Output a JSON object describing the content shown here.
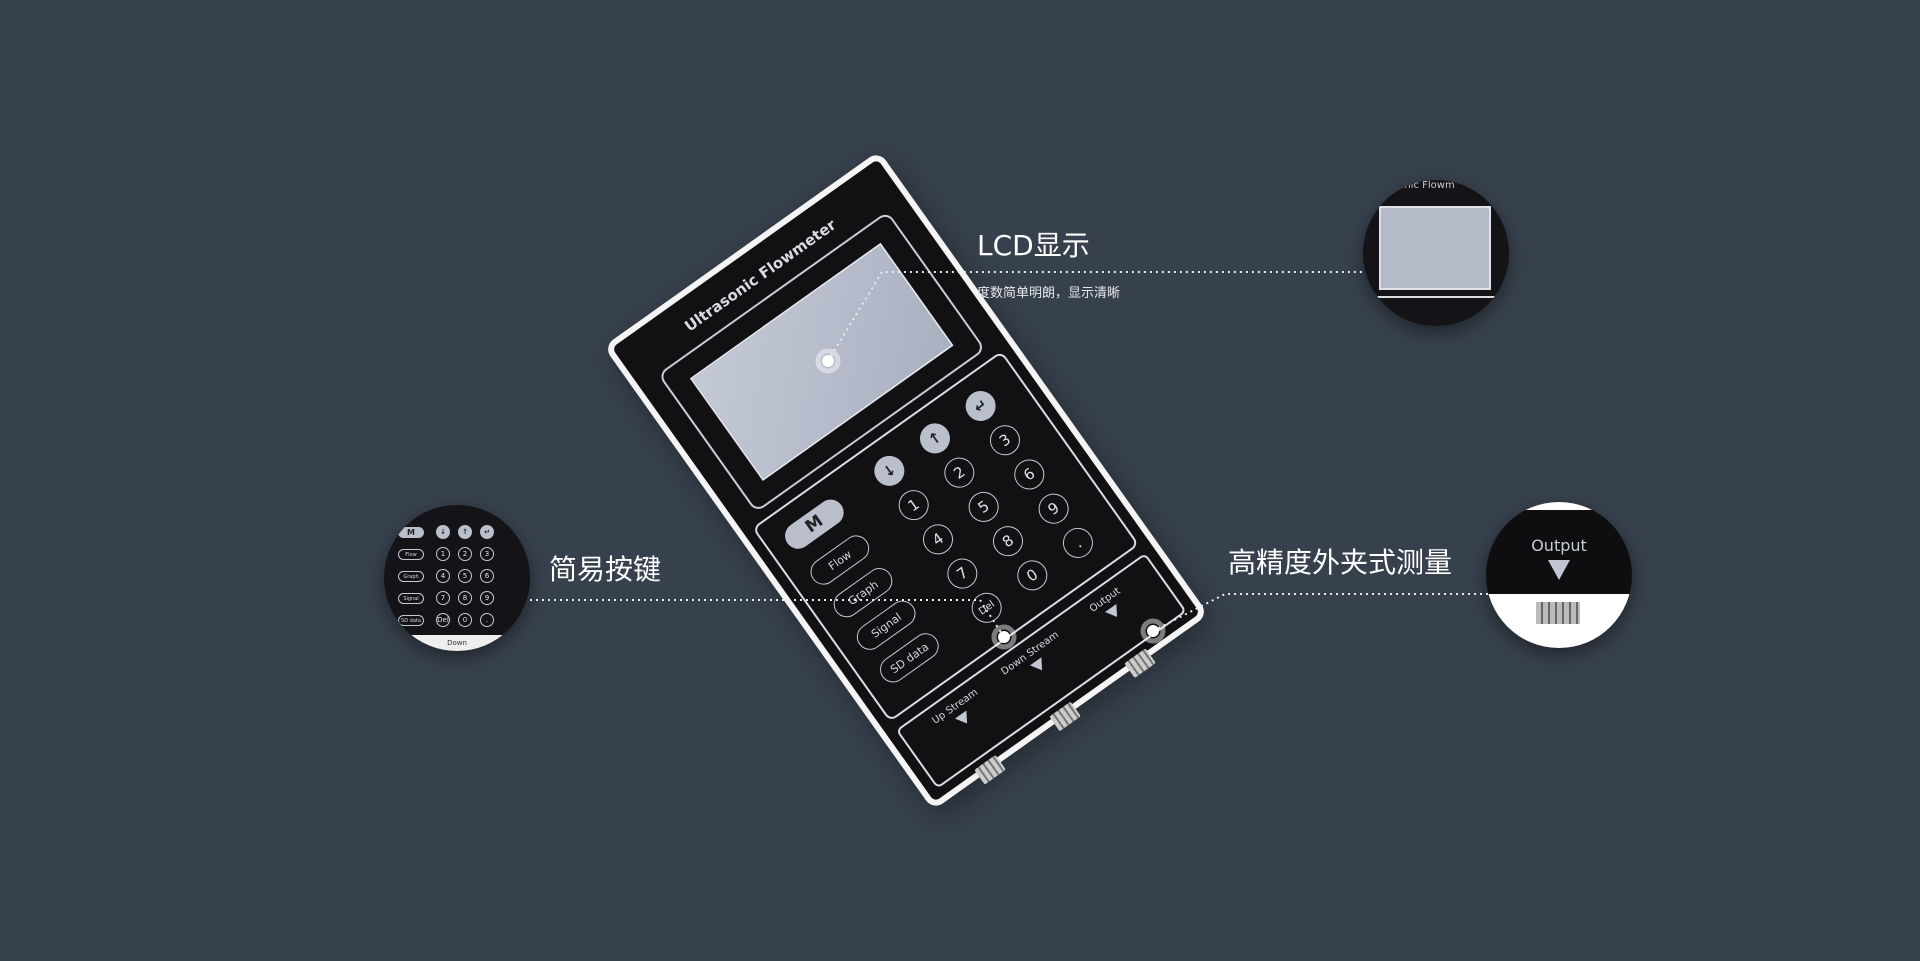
{
  "device": {
    "title": "Ultrasonic Flowmeter",
    "function_keys": [
      "M",
      "Flow",
      "Graph",
      "Signal",
      "SD data"
    ],
    "keys": [
      [
        "↓",
        "↑",
        "↵"
      ],
      [
        "1",
        "2",
        "3"
      ],
      [
        "4",
        "5",
        "6"
      ],
      [
        "7",
        "8",
        "9"
      ],
      [
        "Del",
        "0",
        "."
      ]
    ],
    "ports": [
      {
        "label": "Up Stream"
      },
      {
        "label": "Down Stream"
      },
      {
        "label": "Output"
      }
    ]
  },
  "callouts": {
    "lcd": {
      "title": "LCD显示",
      "subtitle": "度数简单明朗，显示清晰",
      "zoom_caption": "sonic Flowm"
    },
    "keys": {
      "title": "简易按键",
      "zoom_caption": "Down"
    },
    "output": {
      "title": "高精度外夹式测量",
      "zoom_caption": "Output"
    }
  },
  "colors": {
    "background": "#37414d",
    "lcd": "#b4bac8",
    "device": "#111114"
  }
}
